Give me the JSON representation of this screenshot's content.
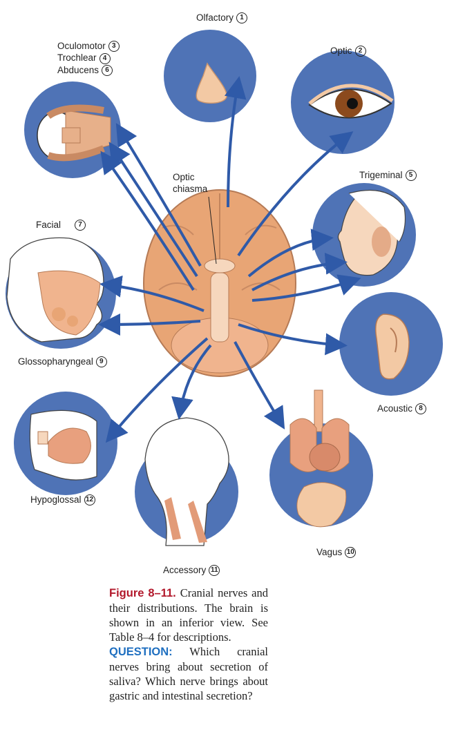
{
  "labels": {
    "olfactory": {
      "name": "Olfactory",
      "num": "1"
    },
    "optic": {
      "name": "Optic",
      "num": "2"
    },
    "oculomotor": {
      "name": "Oculomotor",
      "num": "3"
    },
    "trochlear": {
      "name": "Trochlear",
      "num": "4"
    },
    "abducens": {
      "name": "Abducens",
      "num": "6"
    },
    "trigeminal": {
      "name": "Trigeminal",
      "num": "5"
    },
    "facial": {
      "name": "Facial",
      "num": "7"
    },
    "glossopharyngeal": {
      "name": "Glossopharyngeal",
      "num": "9"
    },
    "acoustic": {
      "name": "Acoustic",
      "num": "8"
    },
    "hypoglossal": {
      "name": "Hypoglossal",
      "num": "12"
    },
    "vagus": {
      "name": "Vagus",
      "num": "10"
    },
    "accessory": {
      "name": "Accessory",
      "num": "11"
    },
    "optic_chiasma_line1": "Optic",
    "optic_chiasma_line2": "chiasma"
  },
  "caption": {
    "figure_label": "Figure",
    "figure_number": "8–11.",
    "figure_text": "Cranial nerves and their distributions. The brain is shown in an inferior view. See Table 8–4 for descriptions.",
    "question_label": "QUESTION:",
    "question_text": "Which cranial nerves bring about secretion of saliva? Which nerve brings about gastric and intestinal secretion?"
  },
  "colors": {
    "circle_blue": "#4f73b6",
    "arrow_blue": "#2f5aa8",
    "brain_tan": "#e8a575",
    "skin": "#f3c9a4",
    "caption_red": "#b2182b",
    "caption_blue": "#1f6fc0"
  }
}
